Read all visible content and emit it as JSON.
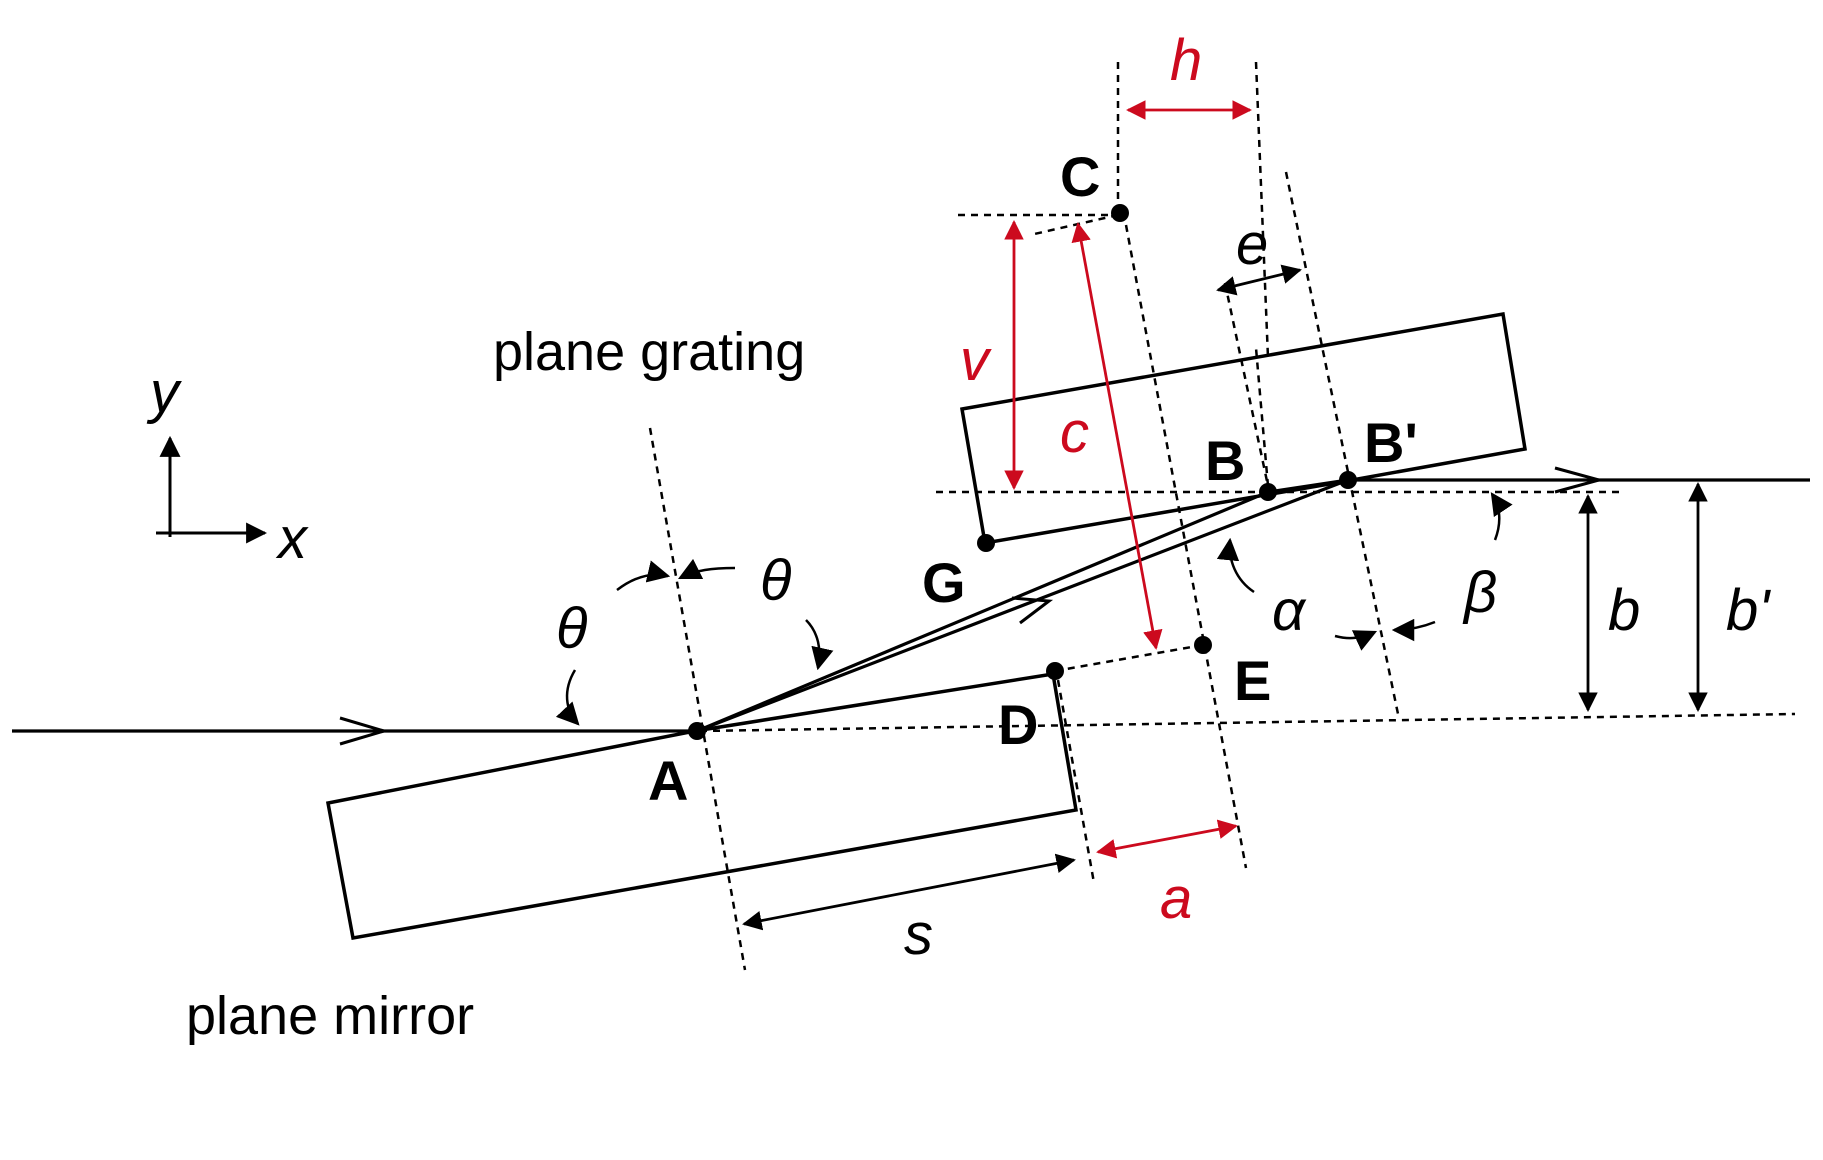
{
  "labels": {
    "plane_grating": "plane grating",
    "plane_mirror": "plane mirror",
    "axis_x": "x",
    "axis_y": "y"
  },
  "points": {
    "A": "A",
    "B": "B",
    "B_prime": "B'",
    "C": "C",
    "D": "D",
    "E": "E",
    "G": "G"
  },
  "symbols": {
    "theta": "θ",
    "alpha": "α",
    "beta": "β",
    "b": "b",
    "b_prime": "b'",
    "s": "s",
    "e": "e",
    "h": "h",
    "v": "v",
    "c": "c",
    "a": "a"
  },
  "colors": {
    "ink": "#000000",
    "highlight": "#cc0a1e",
    "background": "#ffffff"
  }
}
